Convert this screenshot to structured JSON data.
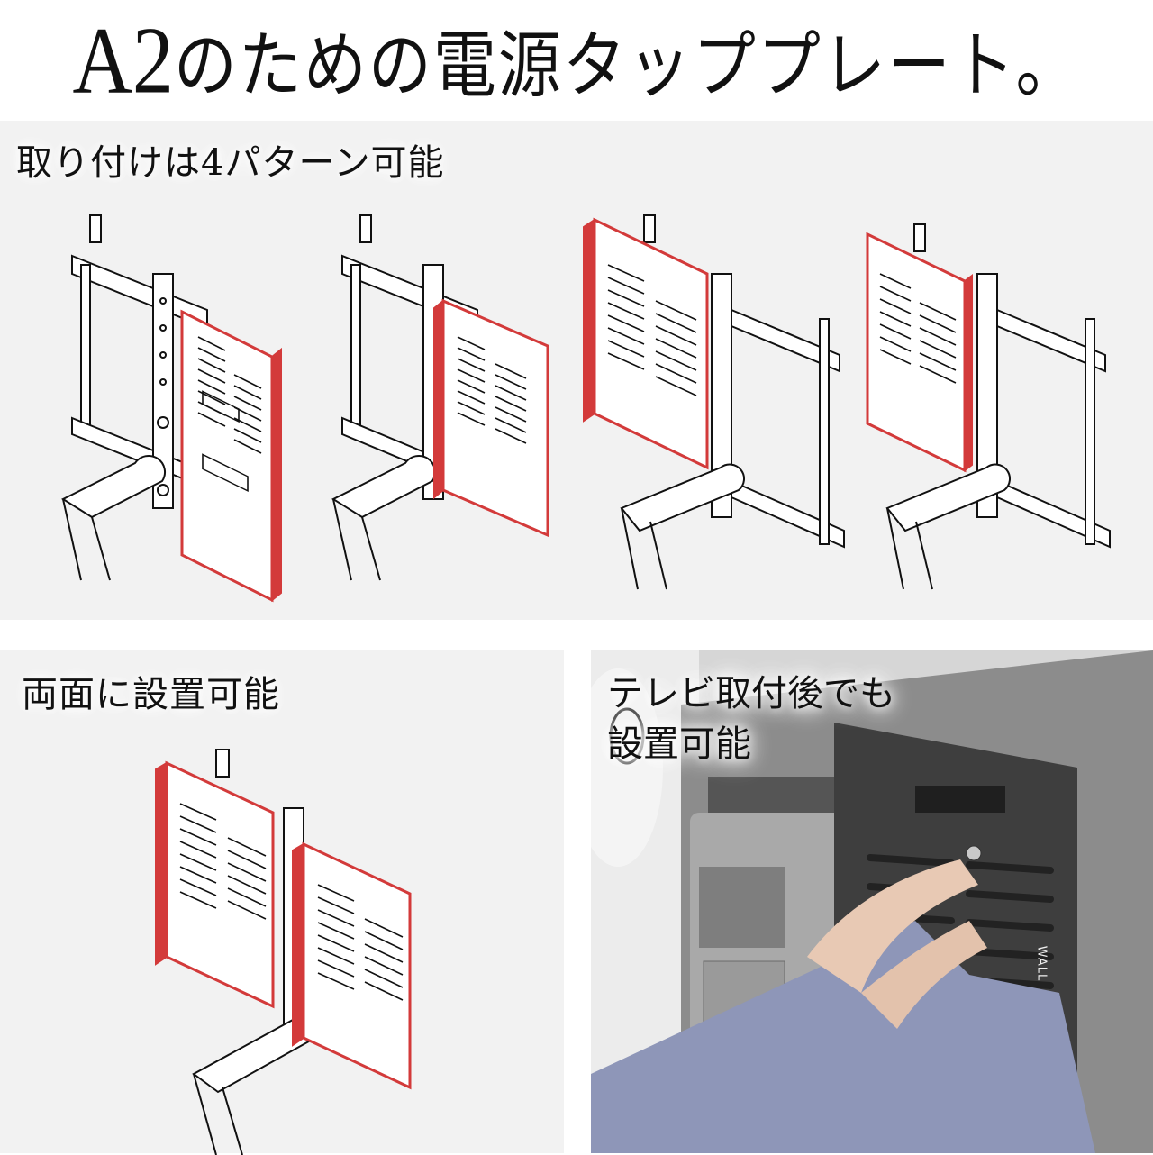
{
  "headline": {
    "model": "A2",
    "rest": "のための電源タッププレート。"
  },
  "panel_top": {
    "title": "取り付けは4パターン可能",
    "diagrams": [
      {
        "id": 1,
        "plate_side": "right",
        "plate_position": "lower"
      },
      {
        "id": 2,
        "plate_side": "left-of-pole",
        "plate_position": "lower"
      },
      {
        "id": 3,
        "plate_side": "left",
        "plate_position": "upper"
      },
      {
        "id": 4,
        "plate_side": "left-of-pole",
        "plate_position": "upper"
      }
    ]
  },
  "panel_bottom_left": {
    "title": "両面に設置可能",
    "diagram": {
      "plates": 2
    }
  },
  "panel_bottom_right": {
    "title_line1": "テレビ取付後でも",
    "title_line2": "設置可能",
    "plate_brand_mark": "WALL"
  },
  "colors": {
    "accent_red": "#d33a3a",
    "panel_bg": "#f2f2f2",
    "line": "#111111"
  }
}
